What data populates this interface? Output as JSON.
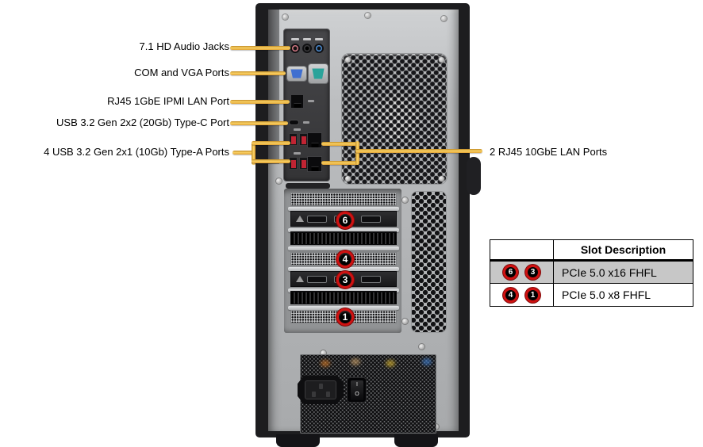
{
  "callouts": {
    "line_color": "#F2B840",
    "left": [
      {
        "label": "7.1 HD Audio Jacks"
      },
      {
        "label": "COM and VGA Ports"
      },
      {
        "label": "RJ45 1GbE IPMI LAN Port"
      },
      {
        "label": "USB 3.2 Gen 2x2 (20Gb) Type-C Port"
      },
      {
        "label": "4 USB 3.2 Gen 2x1 (10Gb) Type-A Ports"
      }
    ],
    "right": {
      "label": "2 RJ45 10GbE LAN Ports"
    }
  },
  "tower": {
    "badge_ring_color": "#CC1111",
    "slots": [
      {
        "badge": "6"
      },
      {
        "badge": "4"
      },
      {
        "badge": "3"
      },
      {
        "badge": "1"
      }
    ],
    "psu_switch": {
      "on": "I",
      "off": "O"
    }
  },
  "slot_table": {
    "shade_color": "#C7C7C7",
    "header": {
      "col1": "",
      "col2": "Slot Description"
    },
    "rows": [
      {
        "badges": [
          "6",
          "3"
        ],
        "description": "PCIe 5.0 x16 FHFL",
        "shaded": true
      },
      {
        "badges": [
          "4",
          "1"
        ],
        "description": "PCIe 5.0 x8 FHFL",
        "shaded": false
      }
    ]
  }
}
